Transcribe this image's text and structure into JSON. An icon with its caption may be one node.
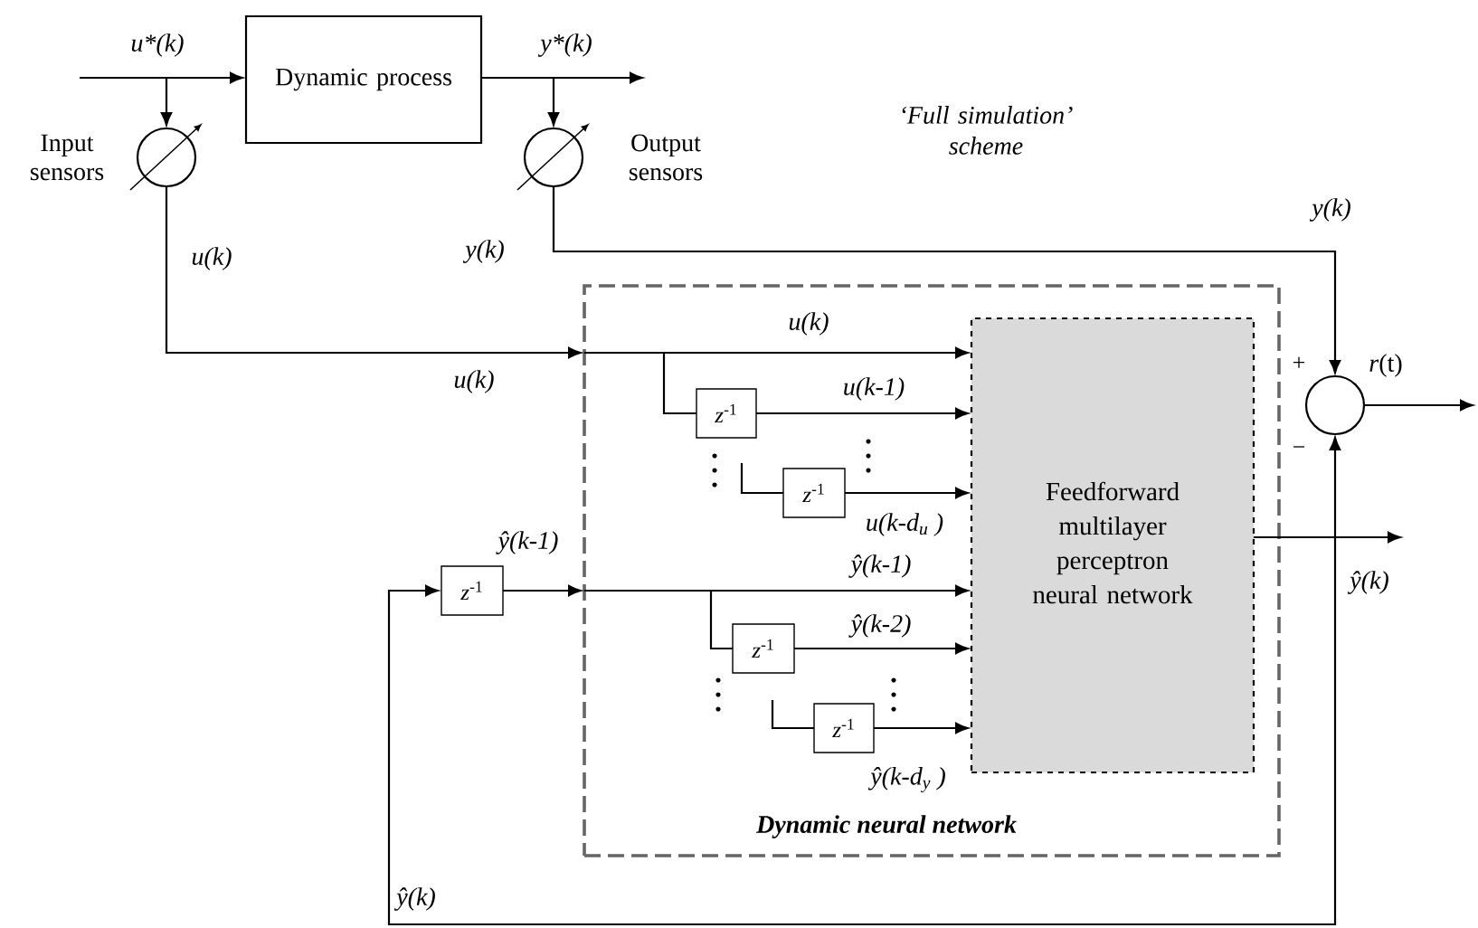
{
  "diagram": {
    "nodes": [
      {
        "text": [
          "Dynamic process"
        ]
      },
      {
        "text": [],
        "shape": "circle",
        "beside": [
          "Input sensors"
        ]
      },
      {
        "text": [],
        "shape": "circle",
        "beside": [
          "Output sensors"
        ]
      },
      {
        "text": [
          "Dynamic neural network"
        ]
      },
      {
        "text": [
          "Feedforward multilayer perceptron neural network"
        ],
        "in": 3
      },
      {
        "text": [
          "*z*$^{-1}$"
        ],
        "in": 3
      },
      {
        "text": [
          "*z*$^{-1}$"
        ],
        "in": 3
      },
      {
        "text": [
          "*z*$^{-1}$"
        ]
      },
      {
        "text": [
          "*z*$^{-1}$"
        ],
        "in": 3
      },
      {
        "text": [
          "*z*$^{-1}$"
        ],
        "in": 3
      },
      {
        "text": [],
        "shape": "circle"
      }
    ],
    "edges": [
      {
        "from": null,
        "to": 0,
        "arrow": "to",
        "label": "u*(k)"
      },
      {
        "from": null,
        "to": 1,
        "arrow": "to"
      },
      {
        "from": 0,
        "to": null,
        "arrow": "to",
        "label": "y*(k)"
      },
      {
        "from": null,
        "to": 2,
        "arrow": "to"
      },
      {
        "from": 1,
        "to": 3,
        "arrow": "to",
        "label": "u(k)"
      },
      {
        "from": 3,
        "to": 4,
        "arrow": "to",
        "label": "u(k)"
      },
      {
        "from": null,
        "to": 5,
        "arrow": "none"
      },
      {
        "from": 5,
        "to": 4,
        "arrow": "to",
        "label": "u(k-1)"
      },
      {
        "from": null,
        "to": 6,
        "arrow": "none"
      },
      {
        "from": 6,
        "to": 4,
        "arrow": "to",
        "label": "u(k-d$_{u}$ )"
      },
      {
        "from": 2,
        "to": 10,
        "arrow": "to",
        "label": "y(k)"
      },
      {
        "from": 10,
        "to": null,
        "arrow": "to",
        "label": "*r*(t)"
      },
      {
        "from": 4,
        "to": null,
        "arrow": "to",
        "label": "ŷ(k)"
      },
      {
        "from": 4,
        "to": 10,
        "arrow": "to"
      },
      {
        "from": 4,
        "to": 7,
        "arrow": "to",
        "label": "ŷ(k)"
      },
      {
        "from": 7,
        "to": 3,
        "arrow": "to",
        "label": "ŷ(k-1)"
      },
      {
        "from": 3,
        "to": 4,
        "arrow": "to",
        "label": "ŷ(k-1)"
      },
      {
        "from": null,
        "to": 8,
        "arrow": "none"
      },
      {
        "from": 8,
        "to": 4,
        "arrow": "to",
        "label": "ŷ(k-2)"
      },
      {
        "from": null,
        "to": 9,
        "arrow": "none"
      },
      {
        "from": 9,
        "to": 4,
        "arrow": "to",
        "label": "ŷ(k-d$_{y}$ )"
      }
    ],
    "labels": [
      "‘Full simulation’ scheme",
      "u(k)",
      "y(k)",
      "+",
      "−"
    ]
  }
}
